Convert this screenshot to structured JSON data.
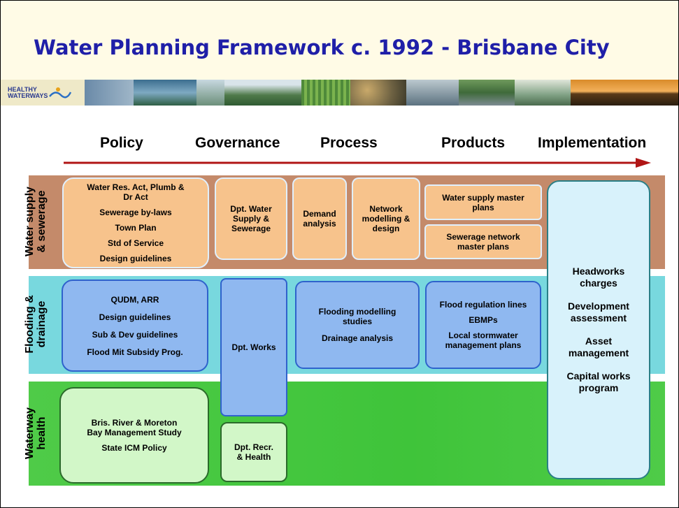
{
  "title": "Water Planning Framework c. 1992 - Brisbane City",
  "logo": {
    "line1": "HEALTHY",
    "line2": "WATERWAYS"
  },
  "columns": [
    "Policy",
    "Governance",
    "Process",
    "Products",
    "Implementation"
  ],
  "bands": {
    "water_supply": {
      "label_line1": "Water supply",
      "label_line2": "& sewerage"
    },
    "flooding": {
      "label_line1": "Flooding &",
      "label_line2": "drainage"
    },
    "waterway": {
      "label_line1": "Waterway",
      "label_line2": "health"
    }
  },
  "water_supply_policy": [
    "Water Res. Act, Plumb &",
    "Dr Act",
    "Sewerage by-laws",
    "Town Plan",
    "Std of Service",
    "Design guidelines"
  ],
  "water_supply_governance": [
    "Dpt. Water",
    "Supply &",
    "Sewerage"
  ],
  "demand_analysis": [
    "Demand",
    "analysis"
  ],
  "network_modelling": [
    "Network",
    "modelling &",
    "design"
  ],
  "water_supply_master": [
    "Water supply master",
    "plans"
  ],
  "sewerage_master": [
    "Sewerage network",
    "master plans"
  ],
  "flooding_policy": [
    "QUDM, ARR",
    "Design guidelines",
    "Sub & Dev guidelines",
    "Flood Mit Subsidy Prog."
  ],
  "dpt_works": "Dpt. Works",
  "flooding_process": [
    "Flooding modelling",
    "studies",
    "Drainage analysis"
  ],
  "flooding_products": [
    "Flood regulation lines",
    "EBMPs",
    "Local stormwater",
    "management plans"
  ],
  "waterway_policy": [
    "Bris. River & Moreton",
    "Bay Management Study",
    "State ICM Policy"
  ],
  "dpt_recr": [
    "Dpt. Recr.",
    "& Health"
  ],
  "implementation": [
    [
      "Headworks",
      "charges"
    ],
    [
      "Development",
      "assessment"
    ],
    [
      "Asset",
      "management"
    ],
    [
      "Capital works",
      "program"
    ]
  ],
  "colors": {
    "title": "#1f1fa8",
    "water_supply_band": "#c48a6a",
    "flooding_band": "#78d8de",
    "waterway_band": "#4fcb48",
    "arrow": "#b01515"
  }
}
